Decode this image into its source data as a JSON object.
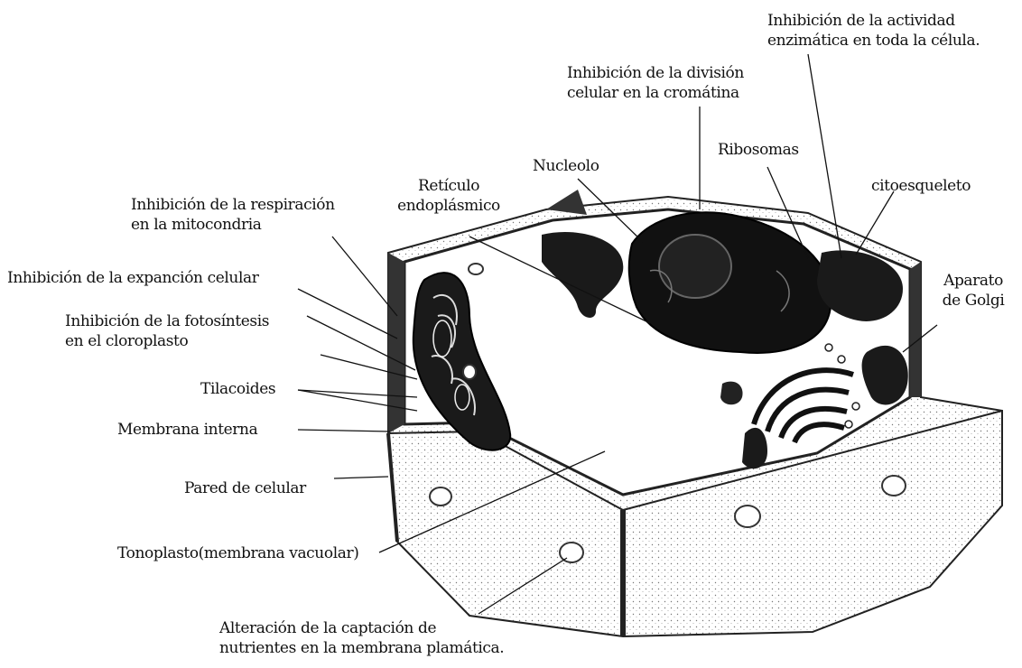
{
  "labels": {
    "enzymatic": [
      "Inhibición de la actividad",
      "enzimática en toda la célula."
    ],
    "division": [
      "Inhibición de la división",
      "celular en la cromátina"
    ],
    "nucleolus": "Nucleolo",
    "ribosomes": "Ribosomas",
    "cytoskeleton": "citoesqueleto",
    "er": [
      "Retículo",
      "endoplásmico"
    ],
    "respiration": [
      "Inhibición de la respiración",
      "en la mitocondria"
    ],
    "expansion": "Inhibición de la expanción celular",
    "photosynthesis": [
      "Inhibición de la fotosíntesis",
      "en el cloroplasto"
    ],
    "thylakoids": "Tilacoides",
    "inner_membrane": "Membrana interna",
    "cell_wall": "Pared de celular",
    "tonoplast": "Tonoplasto(membrana vacuolar)",
    "golgi": [
      "Aparato",
      "de Golgi"
    ],
    "nutrients": [
      "Alteración de la captación de",
      "nutrientes en la membrana plamática."
    ]
  }
}
